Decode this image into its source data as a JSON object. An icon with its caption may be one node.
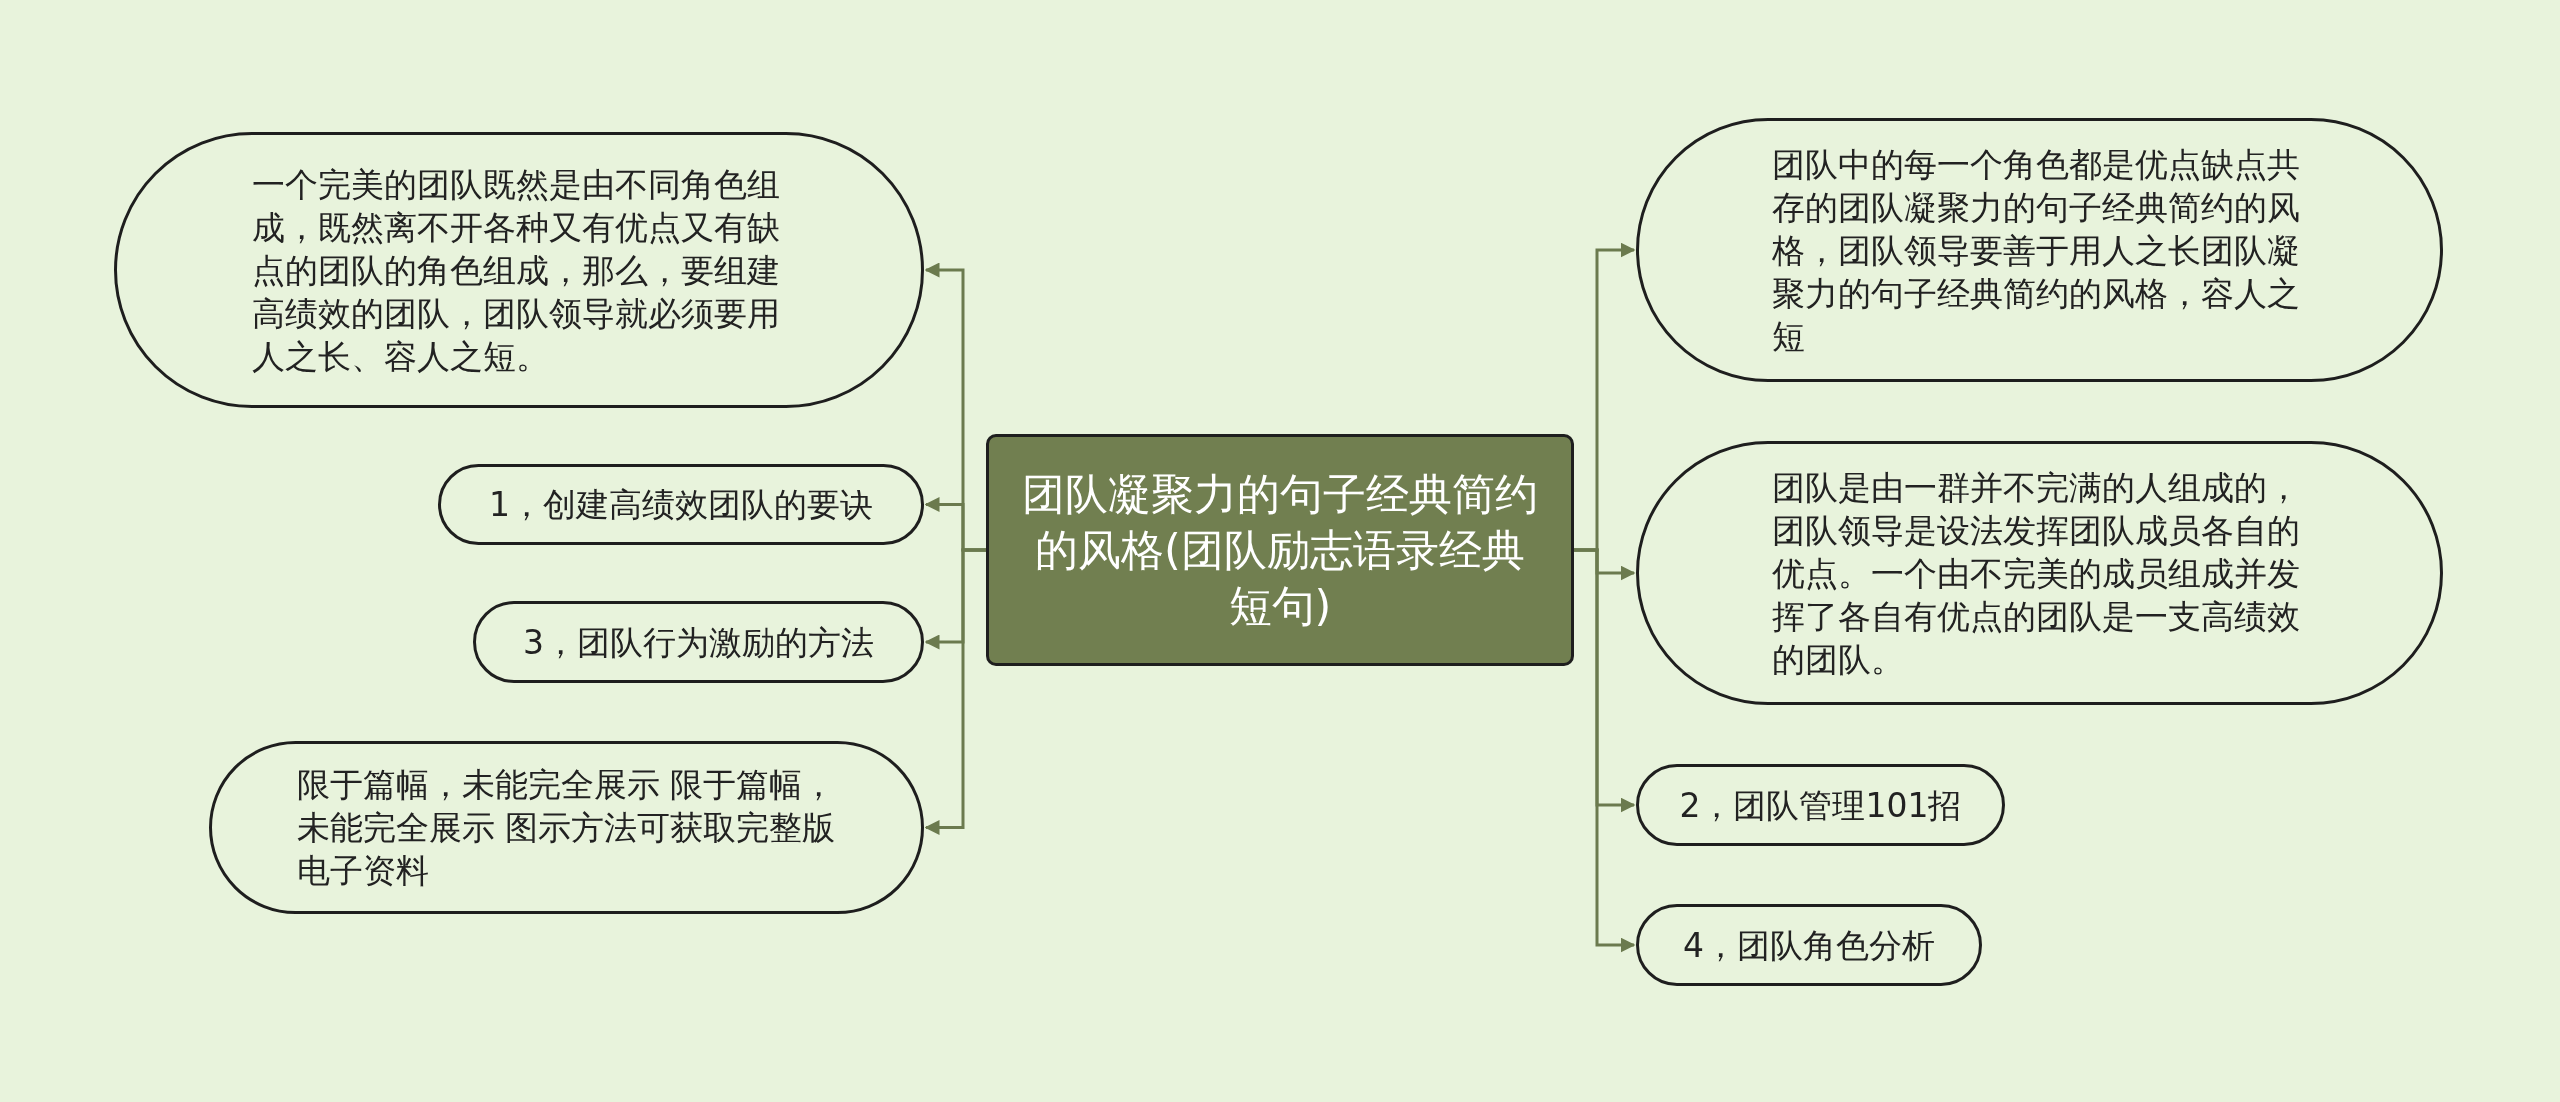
{
  "diagram": {
    "nodes": [
      {
        "text": [
          "团队凝聚力的句子经典简约的风格(团队励志语录经典短句)"
        ]
      },
      {
        "text": [
          "一个完美的团队既然是由不同角色组成，既然离不开各种又有优点又有缺点的团队的角色组成，那么，要组建高绩效的团队，团队领导就必须要用人之长、容人之短。"
        ]
      },
      {
        "text": [
          "1，创建高绩效团队的要诀"
        ]
      },
      {
        "text": [
          "3，团队行为激励的方法"
        ]
      },
      {
        "text": [
          "限于篇幅，未能完全展示 限于篇幅，未能完全展示 图示方法可获取完整版电子资料"
        ]
      },
      {
        "text": [
          "团队中的每一个角色都是优点缺点共存的团队凝聚力的句子经典简约的风格，团队领导要善于用人之长团队凝聚力的句子经典简约的风格，容人之短"
        ]
      },
      {
        "text": [
          "团队是由一群并不完满的人组成的，团队领导是设法发挥团队成员各自的优点。一个由不完美的成员组成并发挥了各自有优点的团队是一支高绩效的团队。"
        ]
      },
      {
        "text": [
          "2，团队管理101招"
        ]
      },
      {
        "text": [
          "4，团队角色分析"
        ]
      }
    ],
    "edges": [
      {
        "from": 0,
        "to": 1,
        "arrow": "to"
      },
      {
        "from": 0,
        "to": 2,
        "arrow": "to"
      },
      {
        "from": 0,
        "to": 3,
        "arrow": "to"
      },
      {
        "from": 0,
        "to": 4,
        "arrow": "to"
      },
      {
        "from": 0,
        "to": 5,
        "arrow": "to"
      },
      {
        "from": 0,
        "to": 6,
        "arrow": "to"
      },
      {
        "from": 0,
        "to": 7,
        "arrow": "to"
      },
      {
        "from": 0,
        "to": 8,
        "arrow": "to"
      }
    ]
  }
}
